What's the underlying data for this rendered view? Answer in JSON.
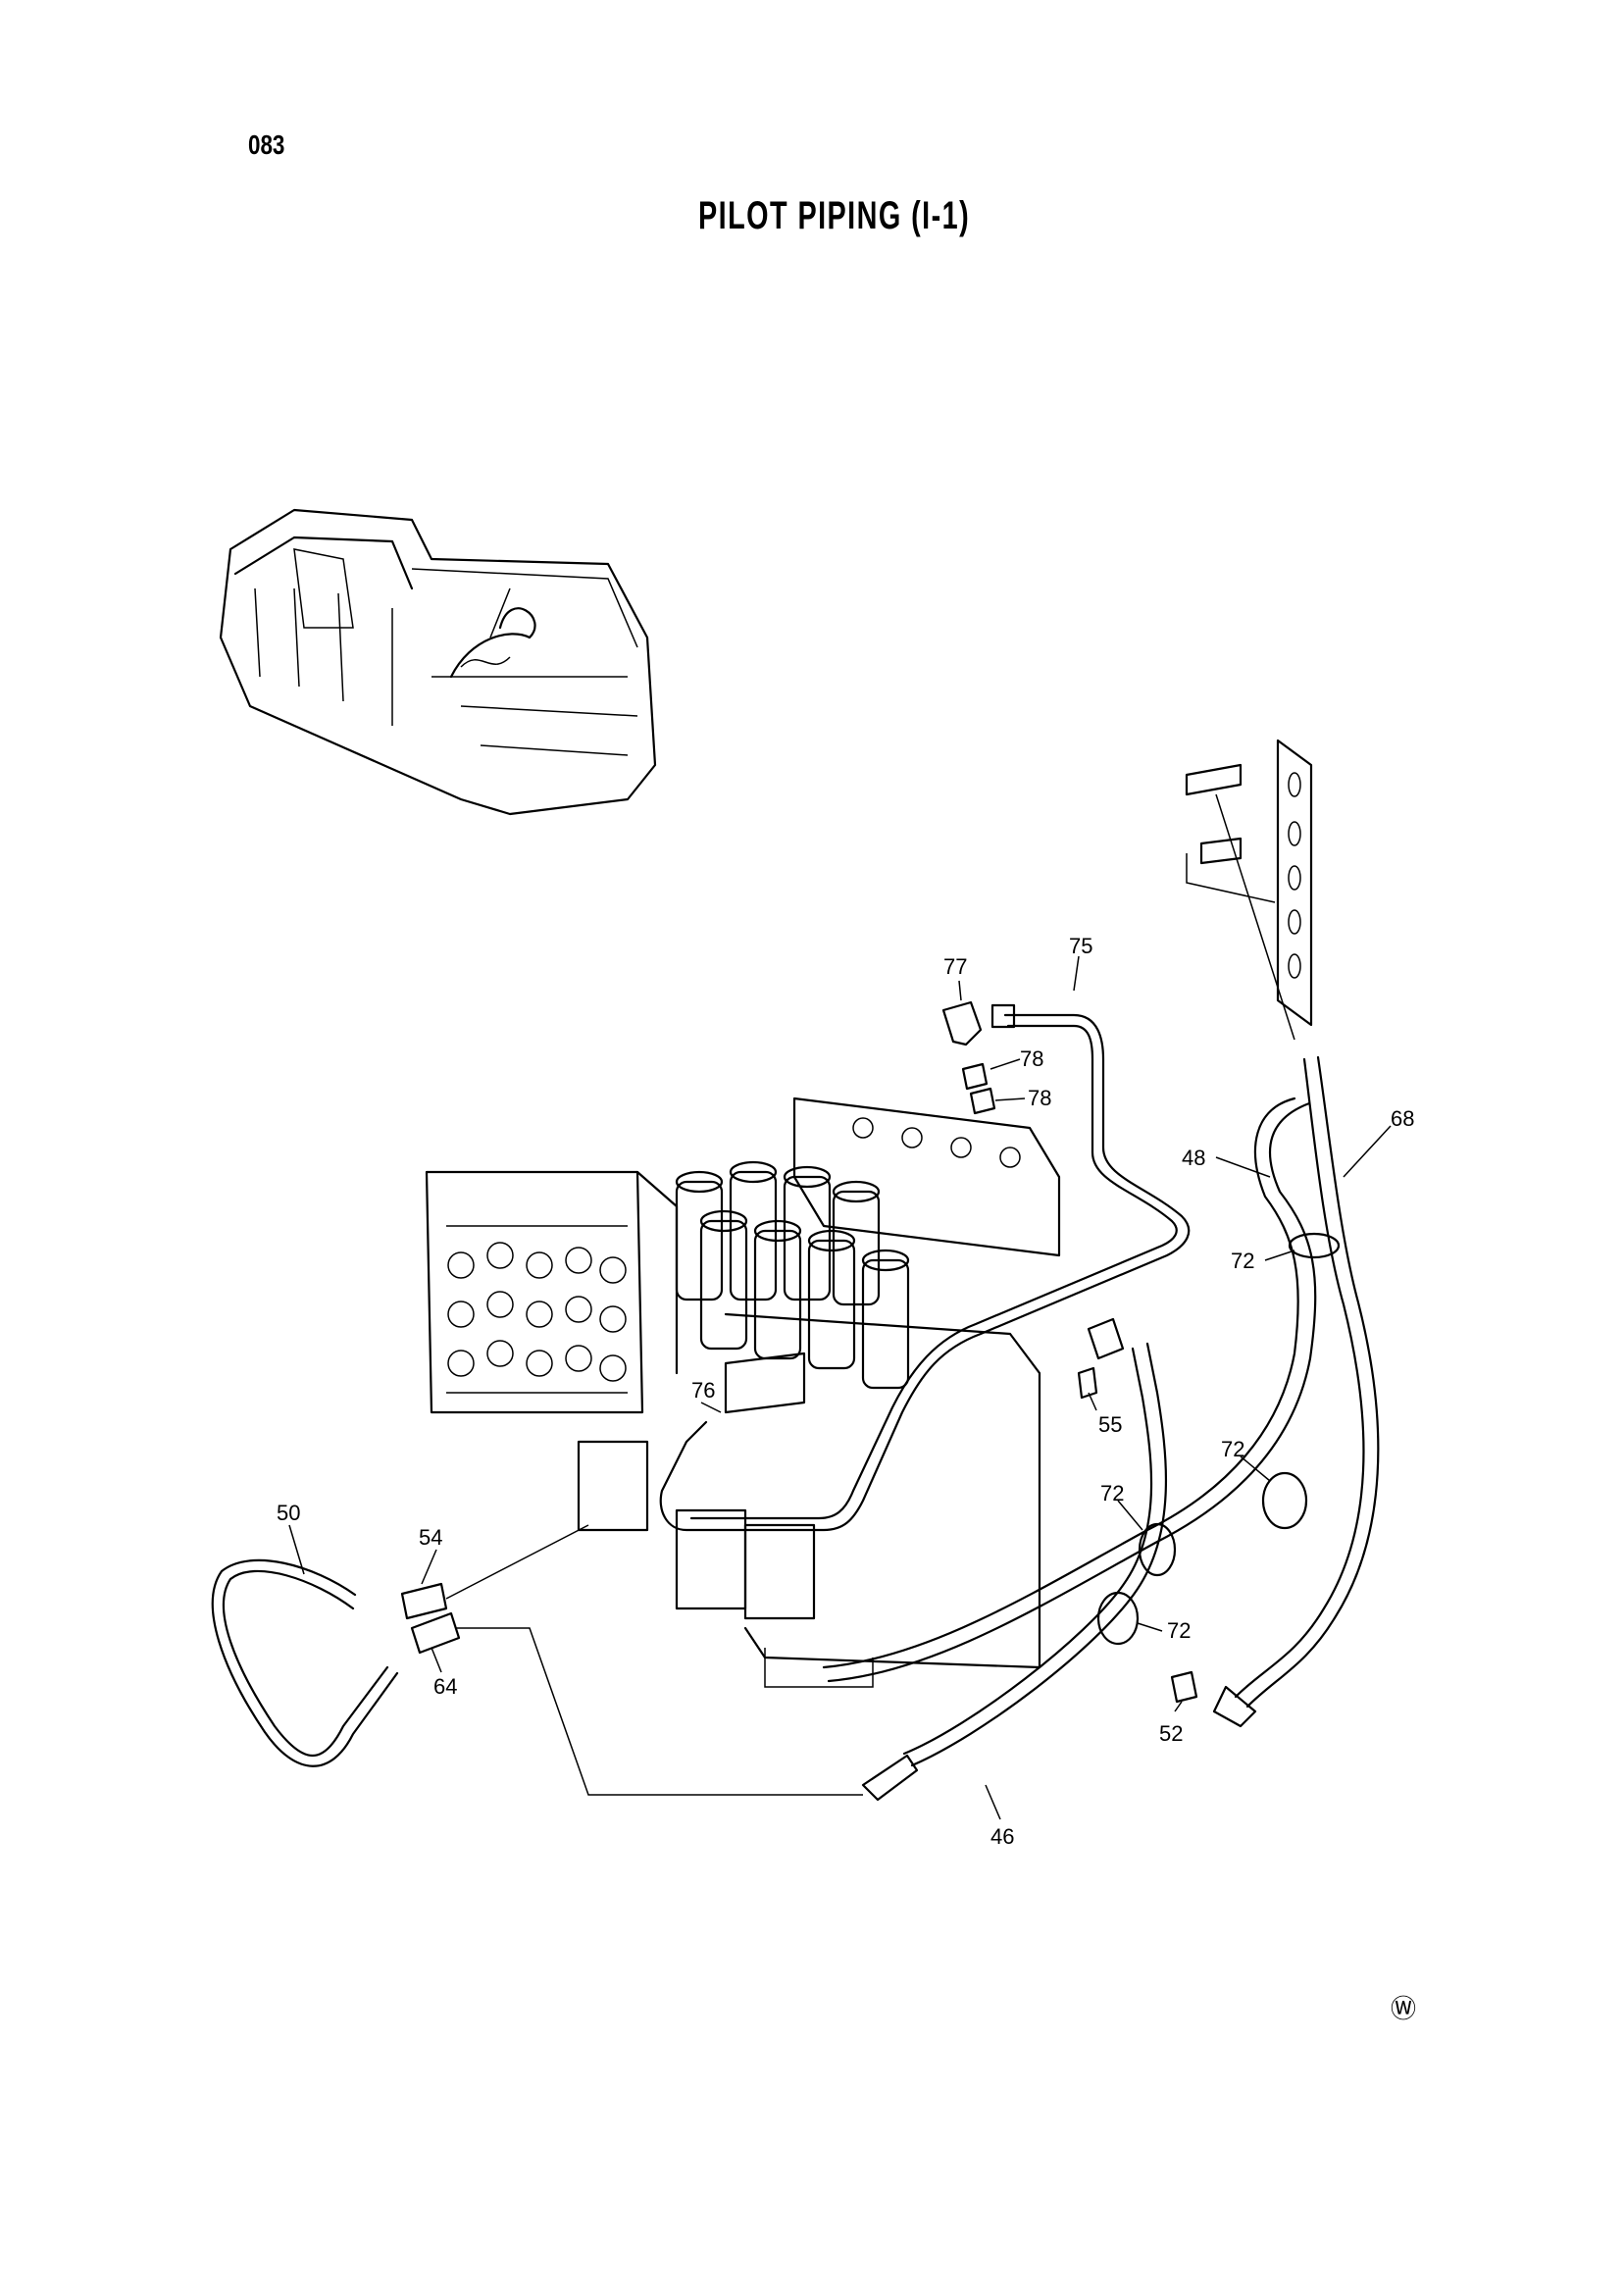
{
  "header": {
    "page_number": "083",
    "title": "PILOT PIPING (I-1)"
  },
  "footer": {
    "mark": "Ⓦ"
  },
  "callouts": {
    "c75": "75",
    "c77": "77",
    "c78a": "78",
    "c78b": "78",
    "c48": "48",
    "c68": "68",
    "c72a": "72",
    "c76": "76",
    "c55": "55",
    "c72b": "72",
    "c72c": "72",
    "c50": "50",
    "c54": "54",
    "c64": "64",
    "c72d": "72",
    "c52": "52",
    "c46": "46"
  }
}
